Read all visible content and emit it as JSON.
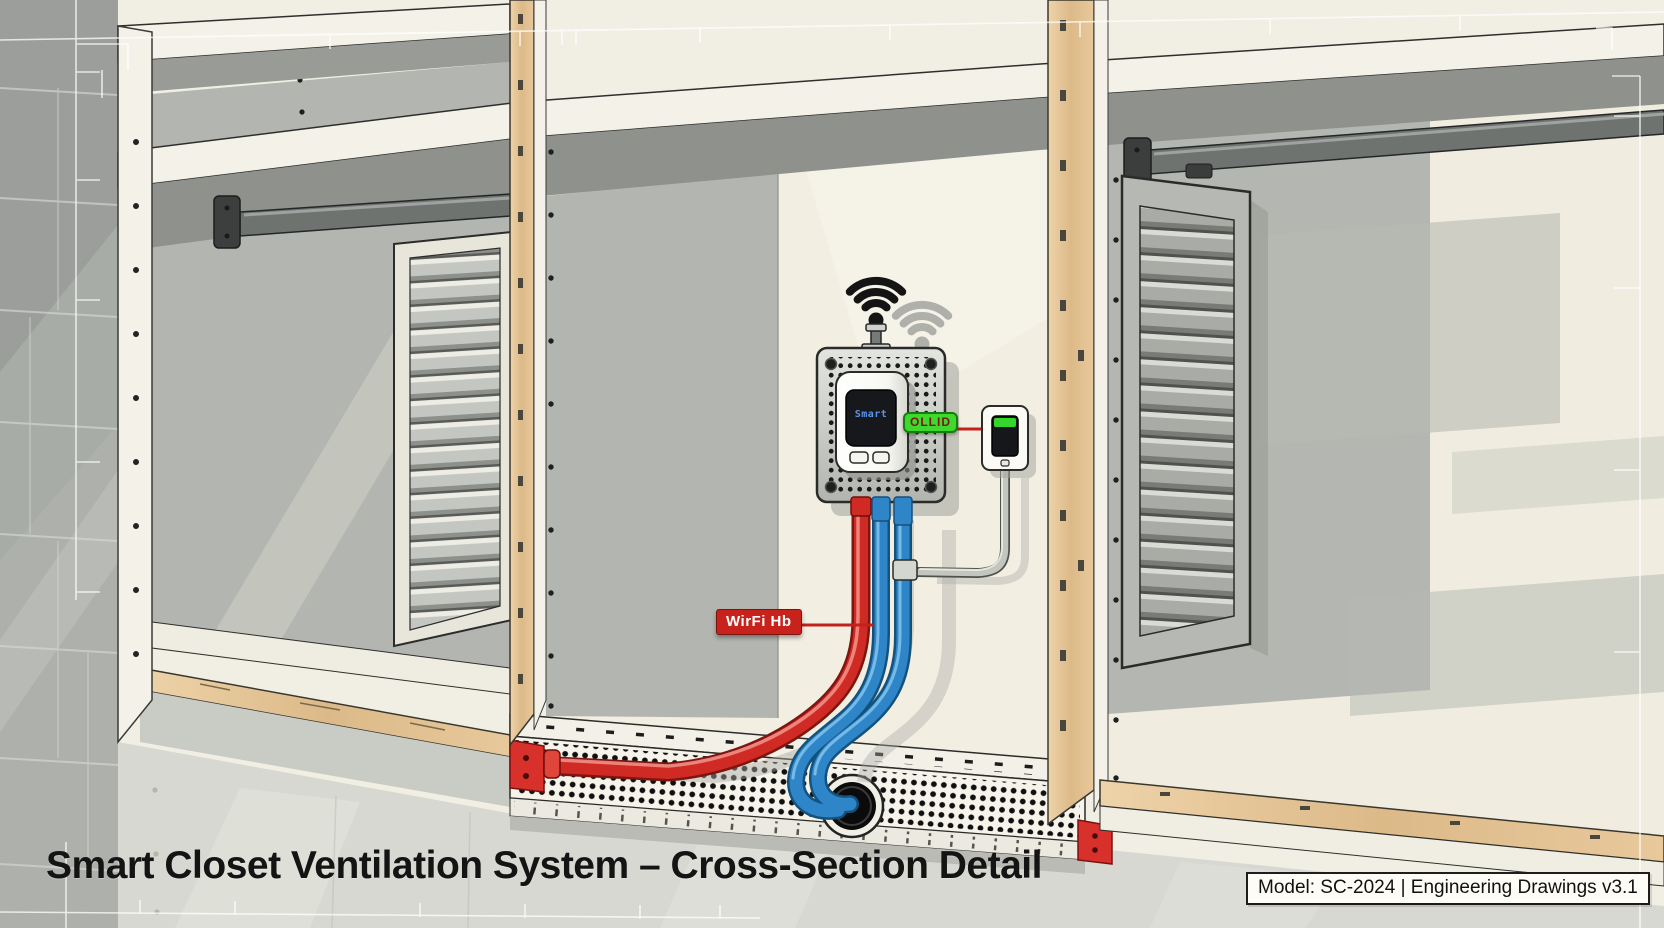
{
  "scene": {
    "title": "Smart Closet Ventilation System – Cross-Section Detail",
    "model_info": "Model: SC-2024 | Engineering Drawings v3.1"
  },
  "controller": {
    "screen_text": "Smart",
    "status_chip_text": "OLLID",
    "wifi_tag_text": "WirFi Hb"
  },
  "icons": {
    "wifi": "wifi-icon",
    "duct": "duct-opening",
    "antenna": "antenna-post"
  },
  "colors": {
    "background_cream": "#f1eee3",
    "wall_gray": "#b2b5b0",
    "shelf_white": "#f4f2e8",
    "wood_tan": "#e4c79e",
    "supply_cable_red": "#cf2b24",
    "return_cable_blue": "#2e86c8",
    "status_chip_green": "#3fd82f",
    "wifi_tag_red": "#c8221d",
    "duct_black": "#0b0b0b"
  }
}
